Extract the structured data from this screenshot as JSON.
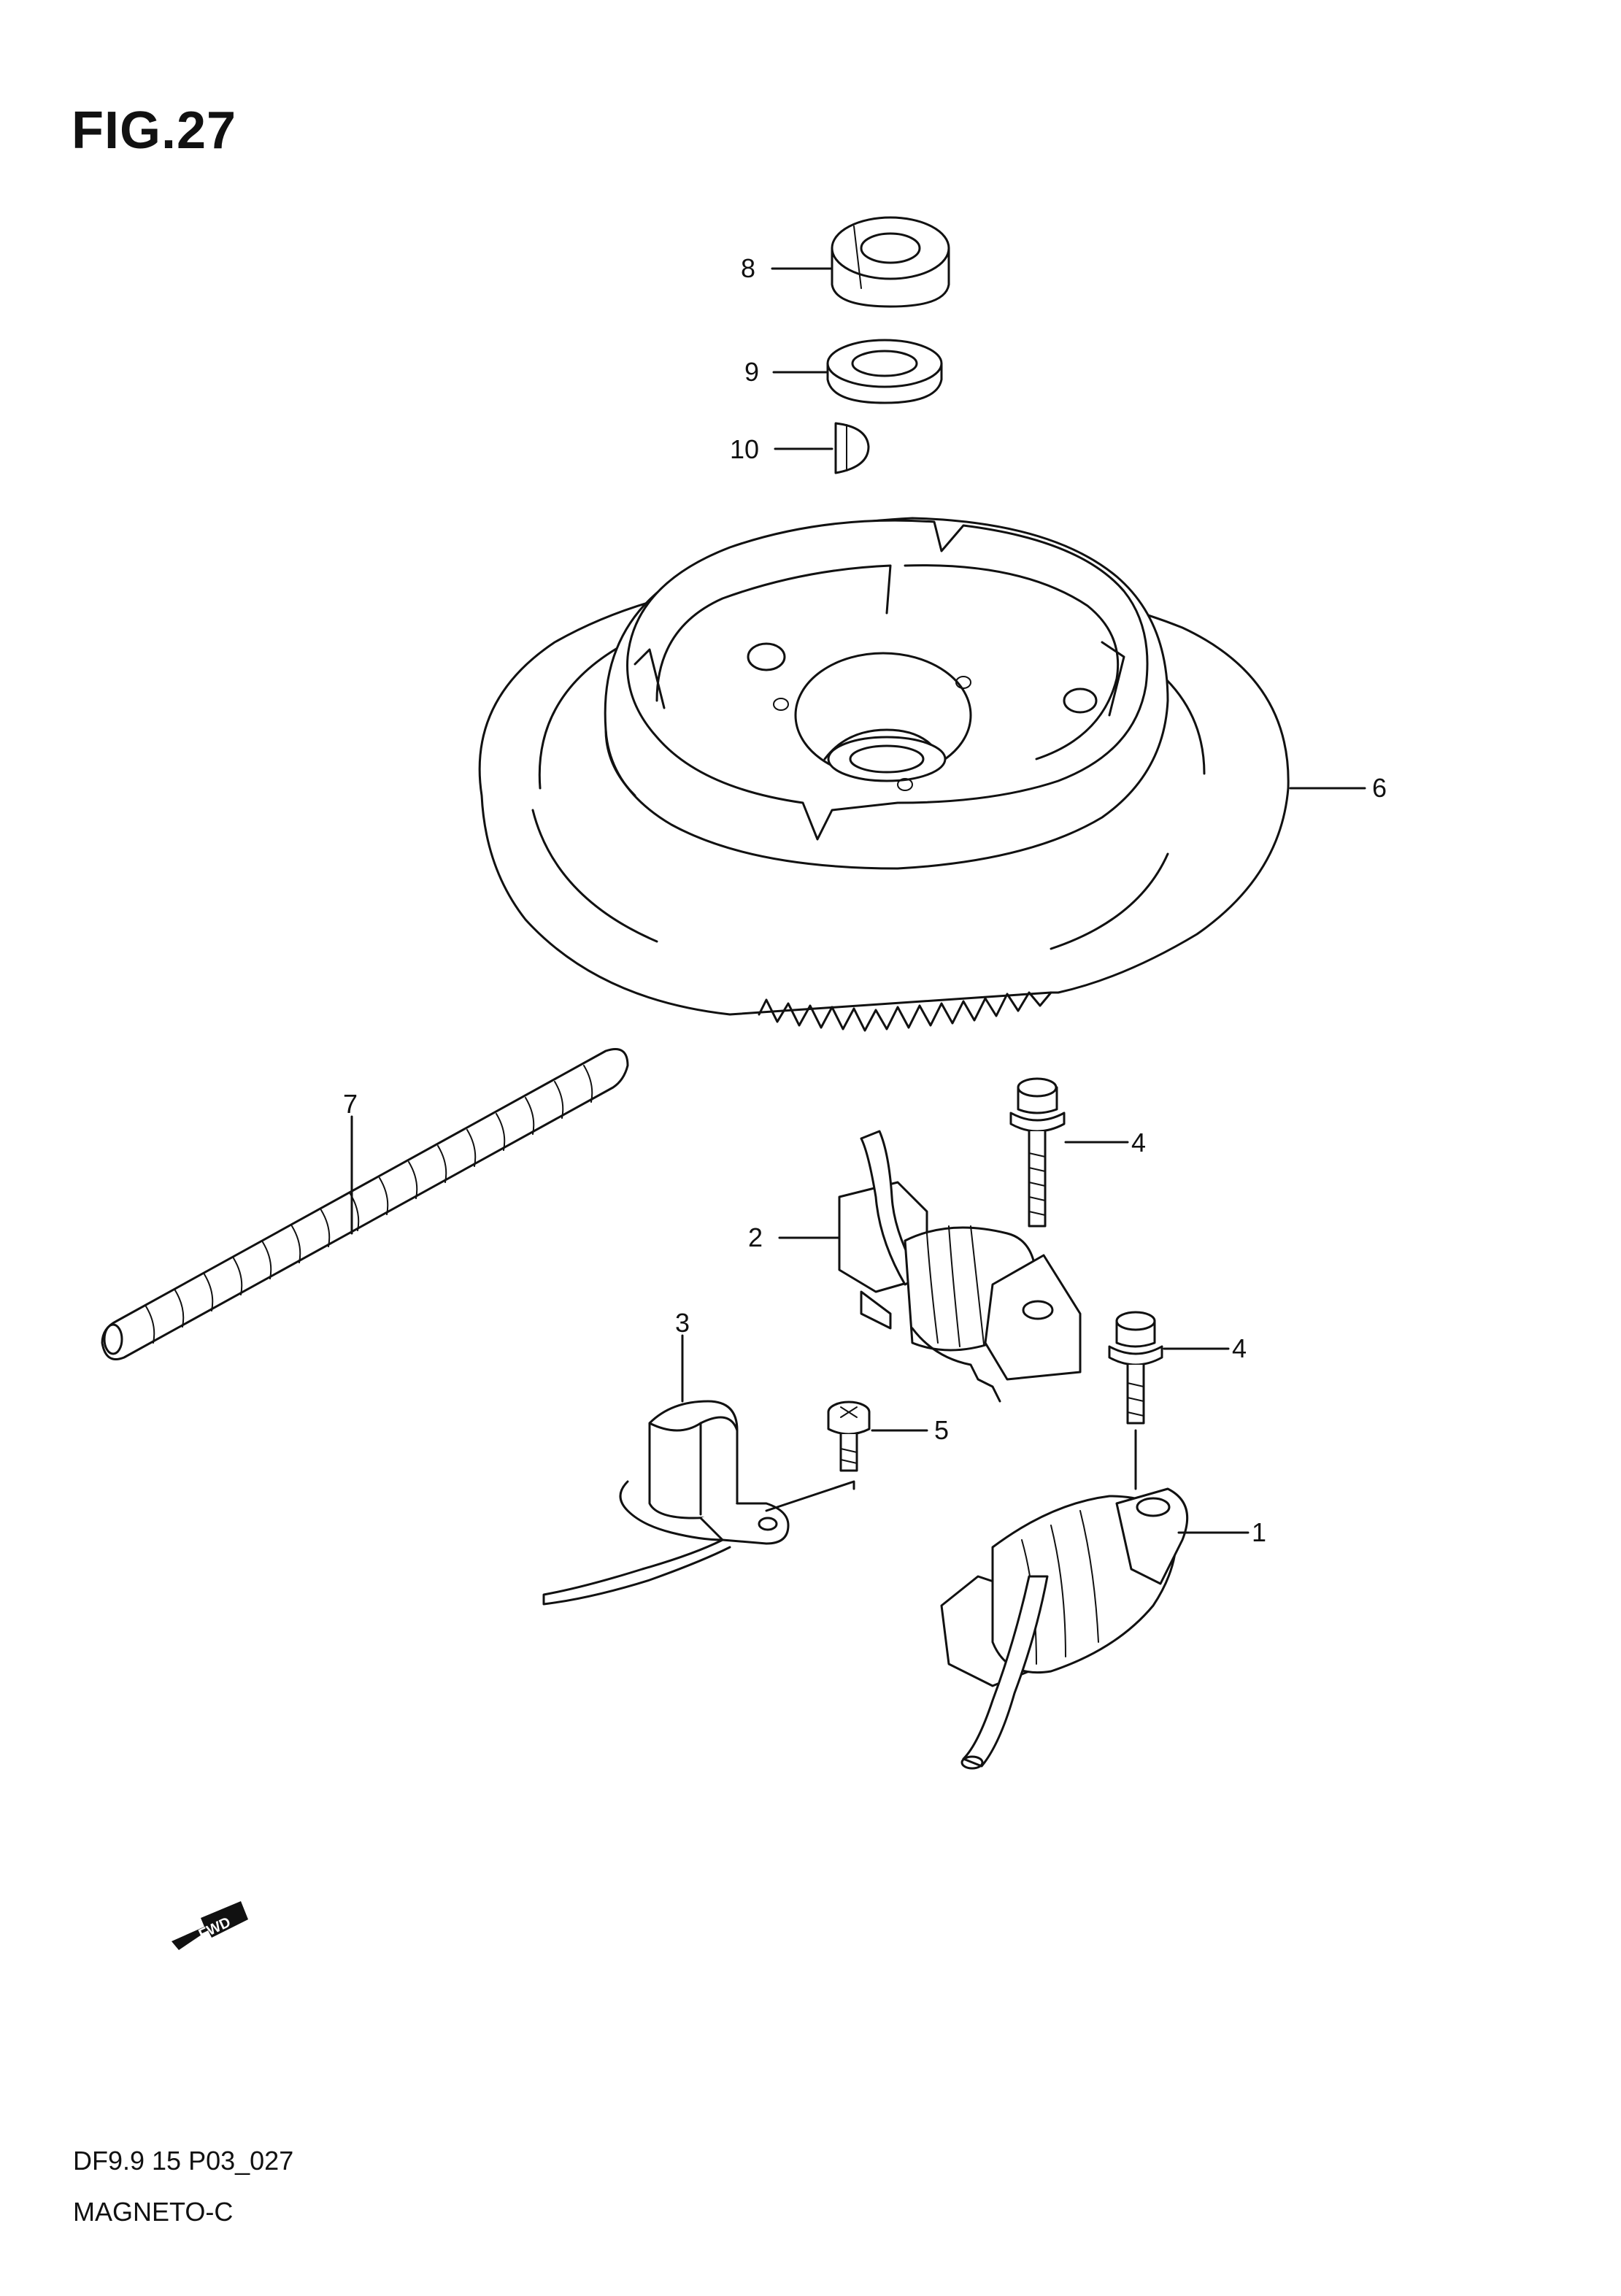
{
  "figure": {
    "title": "FIG.27",
    "code": "DF9.9 15 P03_027",
    "name": "MAGNETO-C"
  },
  "callouts": {
    "c1": "1",
    "c2": "2",
    "c3": "3",
    "c4a": "4",
    "c4b": "4",
    "c5": "5",
    "c6": "6",
    "c7": "7",
    "c8": "8",
    "c9": "9",
    "c10": "10"
  },
  "fwd_label": "FWD"
}
